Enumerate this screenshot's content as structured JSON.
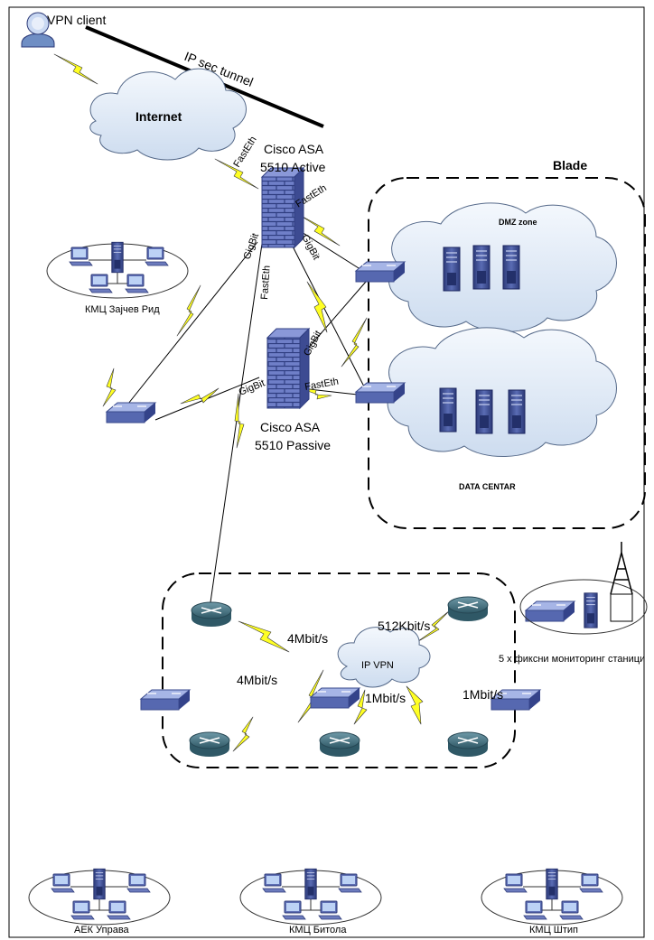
{
  "labels": {
    "vpn_client": "VPN client",
    "ipsec_tunnel": "IP sec tunnel",
    "internet": "Internet",
    "asa_active_line1": "Cisco ASA",
    "asa_active_line2": "5510 Active",
    "blade": "Blade",
    "dmz_zone": "DMZ zone",
    "data_center": "DATA CENTAR",
    "asa_passive_line1": "Cisco ASA",
    "asa_passive_line2": "5510 Passive",
    "lan_zajchev": "КМЦ Зајчев Рид",
    "ip_vpn": "IP VPN",
    "monitoring": "5 х фиксни мониторинг станици",
    "lan_aek": "АЕК Управа",
    "lan_bitola": "КМЦ Битола",
    "lan_shtip": "КМЦ Штип"
  },
  "link_labels": {
    "fasteth_internet": "FastEth",
    "fasteth_dmz": "FastEth",
    "gigbit_dc": "GigBit",
    "gigbit_left": "GigBit",
    "fasteth_down": "FastEth",
    "gigbit_passive_up": "GigBit",
    "gigbit_passive_left": "GigBit",
    "fasteth_passive_dc": "FastEth"
  },
  "wan_links": {
    "to_top_left_router": "4Mbit/s",
    "to_top_right_router": "512Kbit/s",
    "to_bottom_left_router": "4Mbit/s",
    "to_bottom_center_router": "1Mbit/s",
    "to_bottom_right_router": "1Mbit/s"
  }
}
